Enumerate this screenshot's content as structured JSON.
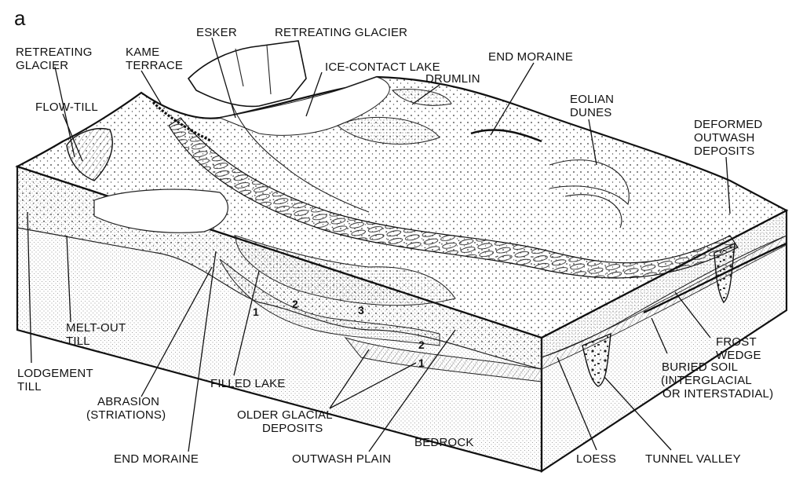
{
  "panel_letter": "a",
  "labels": {
    "retreating_glacier_left_1": "RETREATING",
    "retreating_glacier_left_2": "GLACIER",
    "kame_terrace_1": "KAME",
    "kame_terrace_2": "TERRACE",
    "esker": "ESKER",
    "retreating_glacier_top": "RETREATING GLACIER",
    "ice_contact_lake": "ICE-CONTACT LAKE",
    "end_moraine_top": "END MORAINE",
    "drumlin": "DRUMLIN",
    "eolian_dunes_1": "EOLIAN",
    "eolian_dunes_2": "DUNES",
    "deformed_outwash_1": "DEFORMED",
    "deformed_outwash_2": "OUTWASH",
    "deformed_outwash_3": "DEPOSITS",
    "flow_till": "FLOW-TILL",
    "melt_out_till_1": "MELT-OUT",
    "melt_out_till_2": "TILL",
    "lodgement_till_1": "LODGEMENT",
    "lodgement_till_2": "TILL",
    "abrasion_1": "ABRASION",
    "abrasion_2": "(STRIATIONS)",
    "filled_lake": "FILLED LAKE",
    "older_glacial_1": "OLDER GLACIAL",
    "older_glacial_2": "DEPOSITS",
    "end_moraine_bottom": "END MORAINE",
    "outwash_plain": "OUTWASH PLAIN",
    "bedrock": "BEDROCK",
    "loess": "LOESS",
    "tunnel_valley": "TUNNEL VALLEY",
    "frost_wedge_1": "FROST",
    "frost_wedge_2": "WEDGE",
    "buried_soil_1": "BURIED SOIL",
    "buried_soil_2": "(INTERGLACIAL",
    "buried_soil_3": "OR INTERSTADIAL)"
  },
  "layer_numbers": {
    "n1_left": "1",
    "n2_left": "2",
    "n3": "3",
    "n2_right": "2",
    "n1_right": "1"
  }
}
